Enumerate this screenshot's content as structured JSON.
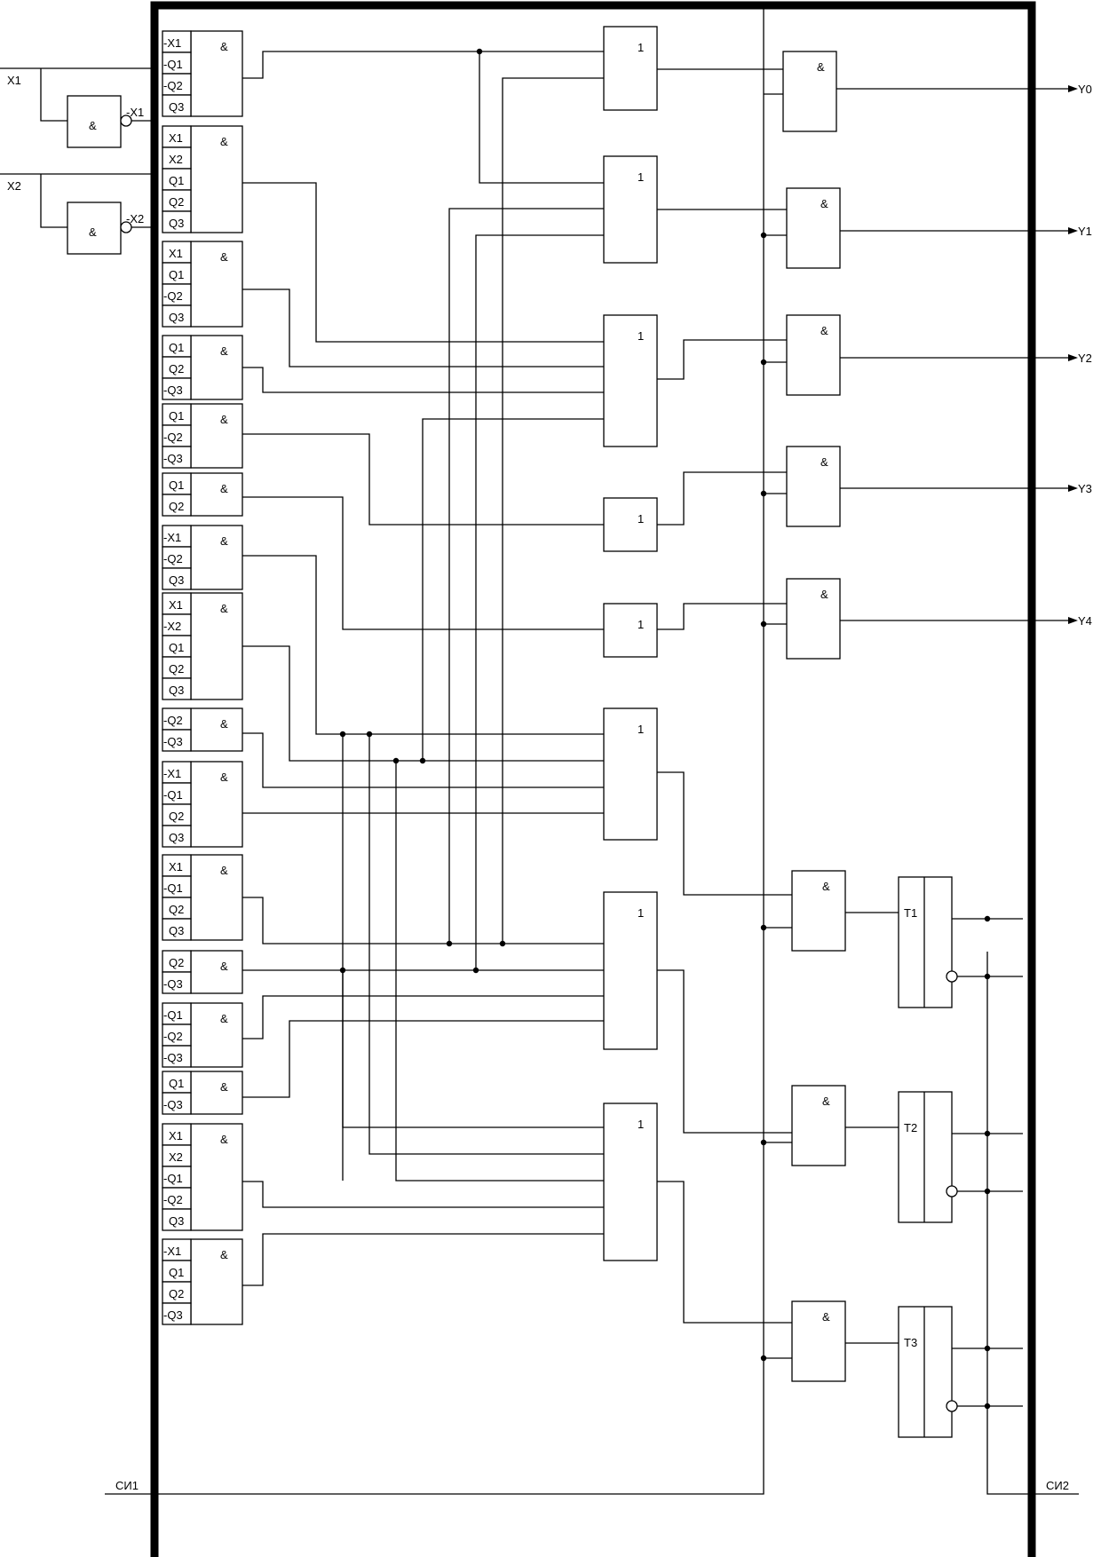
{
  "symbols": {
    "and": "&",
    "or": "1"
  },
  "inputs": [
    "X1",
    "X2"
  ],
  "inverted_inputs": [
    "-X1",
    "-X2"
  ],
  "outputs": [
    "Y0",
    "Y1",
    "Y2",
    "Y3",
    "Y4"
  ],
  "triggers": [
    "T1",
    "T2",
    "T3"
  ],
  "sync": {
    "left": "СИ1",
    "right": "СИ2"
  },
  "and_gate_inputs": [
    [
      "-X1",
      "-Q1",
      "-Q2",
      "Q3"
    ],
    [
      "X1",
      "X2",
      "Q1",
      "Q2",
      "Q3"
    ],
    [
      "X1",
      "Q1",
      "-Q2",
      "Q3"
    ],
    [
      "Q1",
      "Q2",
      "-Q3"
    ],
    [
      "Q1",
      "-Q2",
      "-Q3"
    ],
    [
      "Q1",
      "Q2"
    ],
    [
      "-X1",
      "-Q2",
      "Q3"
    ],
    [
      "X1",
      "-X2",
      "Q1",
      "Q2",
      "Q3"
    ],
    [
      "-Q2",
      "-Q3"
    ],
    [
      "-X1",
      "-Q1",
      "Q2",
      "Q3"
    ],
    [
      "X1",
      "-Q1",
      "Q2",
      "Q3"
    ],
    [
      "Q2",
      "-Q3"
    ],
    [
      "-Q1",
      "-Q2",
      "-Q3"
    ],
    [
      "Q1",
      "-Q3"
    ],
    [
      "X1",
      "X2",
      "-Q1",
      "-Q2",
      "Q3"
    ],
    [
      "-X1",
      "Q1",
      "Q2",
      "-Q3"
    ]
  ]
}
